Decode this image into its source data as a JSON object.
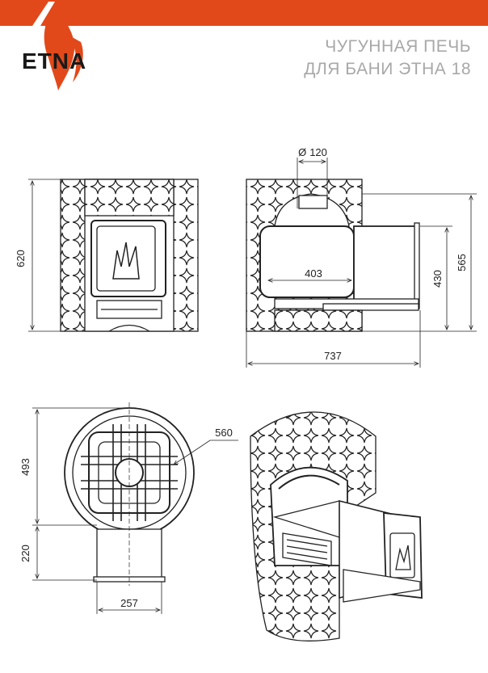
{
  "header": {
    "brand": "ETNA",
    "title_line1": "ЧУГУННАЯ ПЕЧЬ",
    "title_line2": "ДЛЯ БАНИ ЭТНА 18",
    "accent_color": "#E2491A"
  },
  "dimensions": {
    "front_height": "620",
    "chimney_diameter": "120",
    "diameter_symbol": "Ø",
    "firebox_depth": "403",
    "tank_height": "430",
    "side_height": "565",
    "total_length": "737",
    "top_diameter": "560",
    "top_depth": "493",
    "tunnel_length": "220",
    "tunnel_width": "257"
  }
}
